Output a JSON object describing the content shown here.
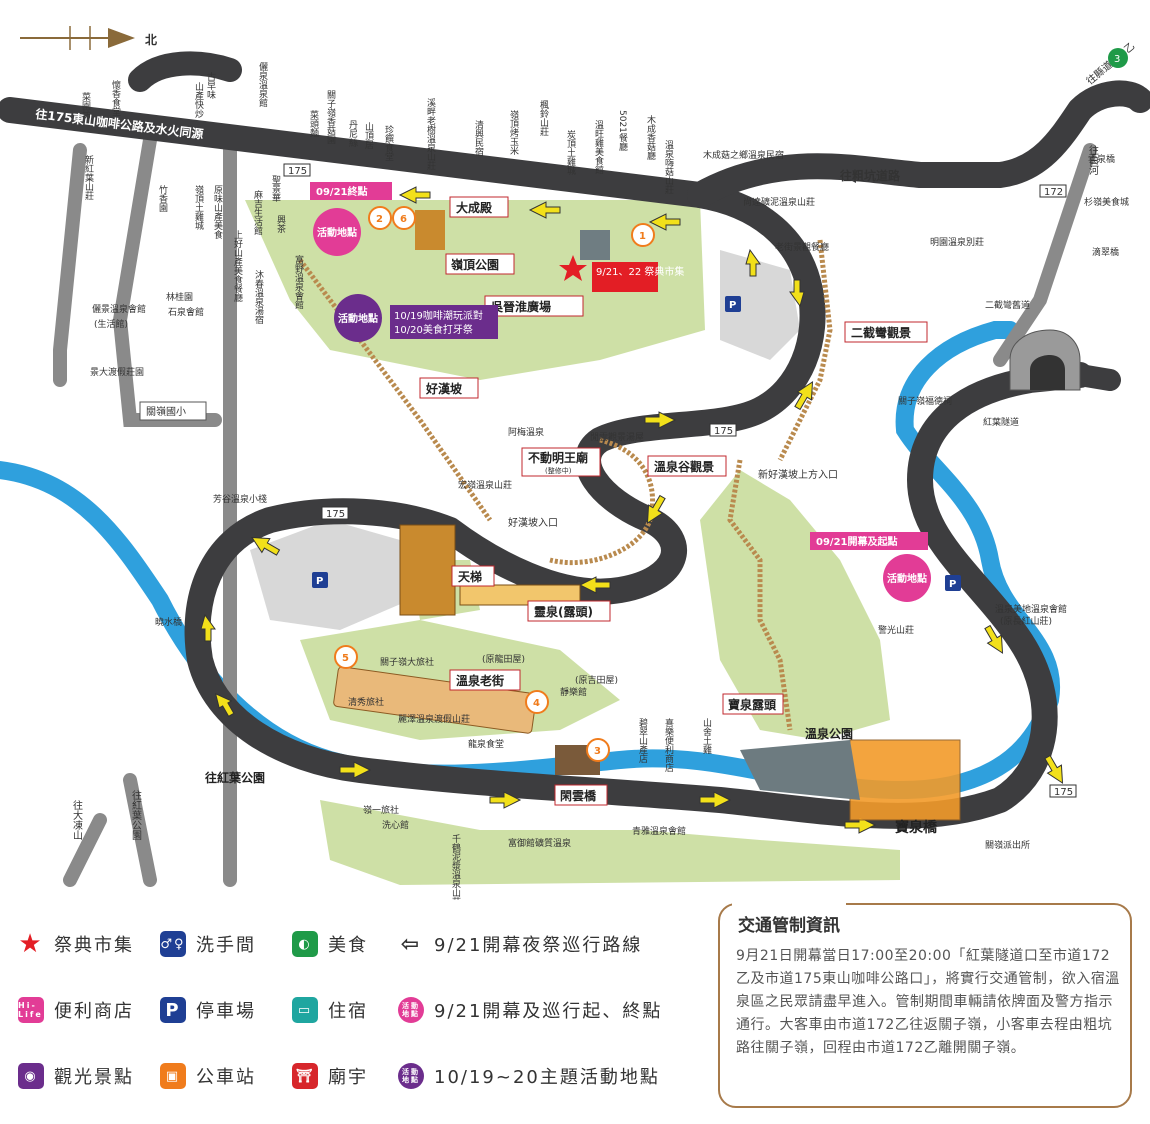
{
  "north_label": "北",
  "roads": {
    "top_road": "往175東山咖啡公路及水火同源",
    "right_road": "往粗坑道路",
    "bottom_left_1": "往大凍山",
    "bottom_left_2": "往紅葉公園",
    "bottom_left_3": "往紅葉公園",
    "road_172": "往縣道172乙",
    "road_175_badge": "175",
    "road_172_badge": "172",
    "baihe_badge": "往白河",
    "route_3_badge": "3"
  },
  "markers": {
    "end_point": "09/21終點",
    "start_point": "09/21開幕及起點",
    "festival_market": "9/21、22 祭典市集",
    "theme_event_1": "10/19咖啡潮玩派對",
    "theme_event_2": "10/20美食打牙祭",
    "activity": "活動地點",
    "num_1": "1",
    "num_2": "2",
    "num_3": "3",
    "num_4": "4",
    "num_5": "5",
    "num_6": "6"
  },
  "landmarks": {
    "dacheng_temple": "大成殿",
    "lingding_park": "嶺頂公園",
    "wu_plaza": "吳晉淮廣場",
    "erjiewan": "二截彎觀景",
    "haoxipo": "好漢坡",
    "budongming": "不動明王廟",
    "budongming_sub": "(整修中)",
    "wenquangu": "溫泉谷觀景",
    "tianti": "天梯",
    "lingquan": "靈泉(露頭)",
    "old_street": "溫泉老街",
    "baoquan_lutou": "寶泉露頭",
    "hot_spring_park": "溫泉公園",
    "baoquan_bridge": "寶泉橋",
    "xianyun_bridge": "閑雲橋",
    "new_haoxipo_entry": "新好漢坡上方入口",
    "haoxipo_entry": "好漢坡入口",
    "guanziling_school": "關嶺國小"
  },
  "places": [
    "菜園坊",
    "懷香食堂",
    "新紅葉山莊",
    "竹香園",
    "嶺頂土雞城",
    "原味山產美食",
    "上好山產美食餐廳",
    "麻吉生活館",
    "聖景華",
    "興茶",
    "富野溫泉會館",
    "沐春溫泉湯宿",
    "山產快炒",
    "古早味",
    "儷泉溫泉館",
    "菜頭麵",
    "關子嶺香菇園",
    "丹尼絲",
    "山頂居",
    "珍饌食堂",
    "溪畔老樹溫泉山莊",
    "清興民宿",
    "嶺頂烤玉米",
    "楓鈴山莊",
    "炭頂土雞城",
    "溫旺雞美食館",
    "5021餐廳",
    "木成香菇廳",
    "溫泉嗨菇山莊",
    "木成菇之鄉溫泉民宿",
    "尚達礦泥溫泉山莊",
    "老街景觀餐廳",
    "雲泉橋",
    "杉嶺美食城",
    "明園溫泉別莊",
    "滴翠橋",
    "二截彎舊道",
    "關子嶺福德祠",
    "紅葉隧道",
    "儷景溫泉會館",
    "(生活館)",
    "林桂園",
    "石泉會館",
    "景大渡假莊園",
    "阿梅溫泉",
    "閒雲觀景湯屋",
    "宏嶺溫泉山莊",
    "芳谷溫泉小棧",
    "曉水橋",
    "關子嶺大旅社",
    "(原龍田屋)",
    "清秀旅社",
    "麗澤溫泉渡假山莊",
    "龍泉食堂",
    "靜樂館",
    "(原吉田屋)",
    "碧翠山產店",
    "喜樂便利商店",
    "山舍土雞",
    "嶺一旅社",
    "洗心館",
    "千鶴泥漿溫泉山莊",
    "富御館礦質溫泉",
    "青雅溫泉會館",
    "關嶺派出所",
    "溫泉美地溫泉會館",
    "(原長紅山莊)",
    "警光山莊"
  ],
  "legend": [
    {
      "icon": "star-icon",
      "label": "祭典市集",
      "color": "#e31e25"
    },
    {
      "icon": "restroom-icon",
      "label": "洗手間",
      "color": "#1f3f94"
    },
    {
      "icon": "food-icon",
      "label": "美食",
      "color": "#1f9a48"
    },
    {
      "icon": "arrow-icon",
      "label": "9/21開幕夜祭巡行路線",
      "color": "#f2e01a"
    },
    {
      "icon": "convenience-store-icon",
      "label": "便利商店",
      "color": "#e23c96"
    },
    {
      "icon": "parking-icon",
      "label": "停車場",
      "color": "#1f3f94"
    },
    {
      "icon": "lodging-icon",
      "label": "住宿",
      "color": "#1fa6a0"
    },
    {
      "icon": "activity-start-icon",
      "label": "9/21開幕及巡行起、終點",
      "color": "#e23c96"
    },
    {
      "icon": "camera-icon",
      "label": "觀光景點",
      "color": "#6b2d8c"
    },
    {
      "icon": "bus-icon",
      "label": "公車站",
      "color": "#f07c1c"
    },
    {
      "icon": "temple-icon",
      "label": "廟宇",
      "color": "#d7262b"
    },
    {
      "icon": "theme-activity-icon",
      "label": "10/19~20主題活動地點",
      "color": "#6b2d8c"
    }
  ],
  "legend_badge_text": "活動地點",
  "legend_shop_text": "Hi-Life",
  "legend_parking_text": "P",
  "traffic": {
    "title": "交通管制資訊",
    "body": "9月21日開幕當日17:00至20:00「紅葉隧道口至市道172乙及市道175東山咖啡公路口」，將實行交通管制，欲入宿溫泉區之民眾請盡早進入。管制期間車輛請依牌面及警方指示通行。大客車由市道172乙往返關子嶺，小客車去程由粗坑路往關子嶺，回程由市道172乙離開關子嶺。"
  },
  "colors": {
    "road": "#3d3d3f",
    "river": "#2fa0dd",
    "greenery": "#bcd38a",
    "accent_pink": "#e23c96",
    "accent_purple": "#6b2d8c",
    "accent_orange": "#f07c1c",
    "label_red": "#c0272d"
  }
}
